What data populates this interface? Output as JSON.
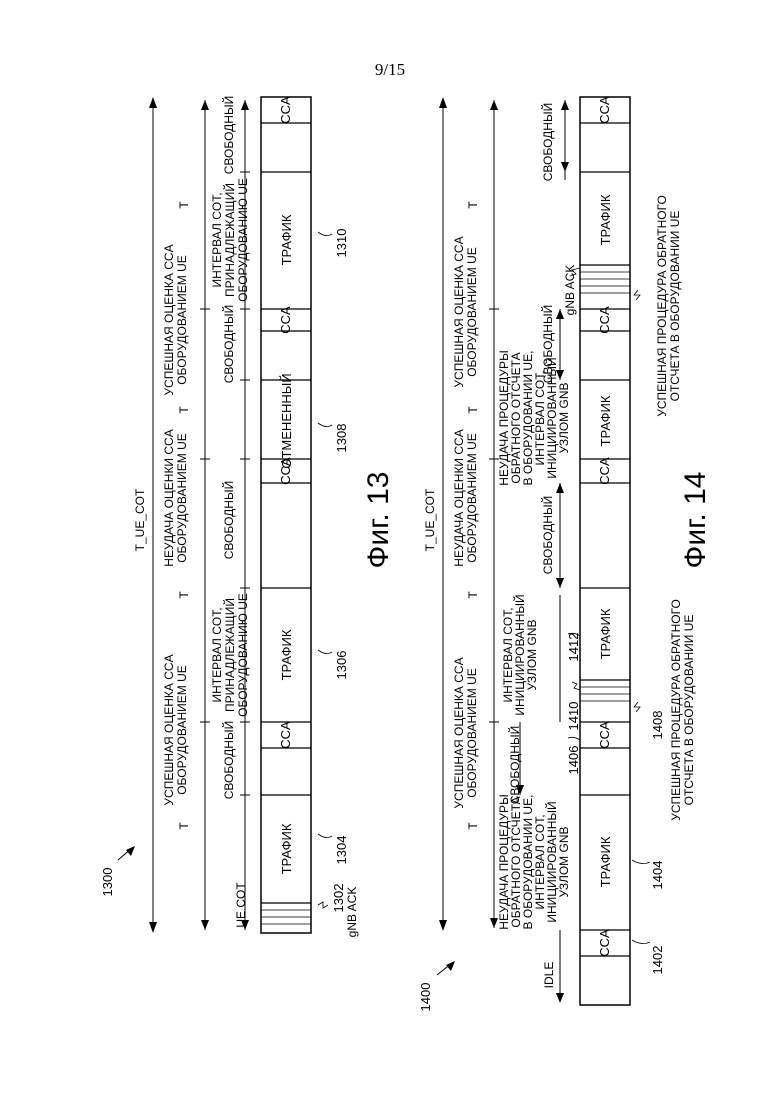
{
  "page_number": "9/15",
  "fig13": {
    "caption": "Фиг. 13",
    "ref_main": "1300",
    "span_label": "T_UE_COT",
    "ref_ack": "1302",
    "ack_label": "gNB ACK",
    "ref_traffic1": "1304",
    "ref_traffic2": "1306",
    "ref_cancelled": "1308",
    "ref_traffic3": "1310",
    "upper_labels": {
      "success1_a": "УСПЕШНАЯ ОЦЕНКА CCA",
      "success1_b": "ОБОРУДОВАНИЕМ UE",
      "fail_a": "НЕУДАЧА ОЦЕНКИ CCA",
      "fail_b": "ОБОРУДОВАНИЕМ UE",
      "success2_a": "УСПЕШНАЯ ОЦЕНКА CCA",
      "success2_b": "ОБОРУДОВАНИЕМ UE",
      "t": "T"
    },
    "lower_labels": {
      "ue_cot": "UE COT",
      "free": "СВОБОДНЫЙ",
      "cot_a": "ИНТЕРВАЛ COT,",
      "cot_b": "ПРИНАДЛЕЖАЩИЙ",
      "cot_c": "ОБОРУДОВАНИЮ UE"
    },
    "blocks": {
      "traffic": "ТРАФИК",
      "cca": "CCA",
      "cancelled": "ОТМЕНЕННЫЙ"
    }
  },
  "fig14": {
    "caption": "Фиг. 14",
    "ref_main": "1400",
    "span_label": "T_UE_COT",
    "ref_cca": "1402",
    "ref_traffic1": "1404",
    "ref_cca2": "1406",
    "ref_ack1": "1408",
    "ref_ack1b": "1410",
    "ref_traffic2": "1412",
    "ack_label": "gNB ACK",
    "upper_labels": {
      "fail_fb_a": "НЕУДАЧА ПРОЦЕДУРЫ",
      "fail_fb_b": "ОБРАТНОГО ОТСЧЕТА",
      "fail_fb_c": "В ОБОРУДОВАНИИ UE,",
      "fail_fb_d": "ИНТЕРВАЛ COT,",
      "fail_fb_e": "ИНИЦИИРОВАННЫЙ",
      "fail_fb_f": "УЗЛОМ GNB",
      "success1_a": "УСПЕШНАЯ ОЦЕНКА CCA",
      "success1_b": "ОБОРУДОВАНИЕМ UE",
      "fail_a": "НЕУДАЧА ОЦЕНКИ CCA",
      "fail_b": "ОБОРУДОВАНИЕМ UE",
      "success2_a": "УСПЕШНАЯ ОЦЕНКА CCA",
      "success2_b": "ОБОРУДОВАНИЕМ UE",
      "t": "T"
    },
    "lower_labels": {
      "idle": "IDLE",
      "free": "СВОБОДНЫЙ",
      "gnb_a": "ИНТЕРВАЛ COT,",
      "gnb_b": "ИНИЦИИРОВАННЫЙ",
      "gnb_c": "УЗЛОМ GNB"
    },
    "bottom_labels": {
      "success_fb1_a": "УСПЕШНАЯ ПРОЦЕДУРА ОБРАТНОГО",
      "success_fb1_b": "ОТСЧЕТА В ОБОРУДОВАНИИ UE",
      "success_fb2_a": "УСПЕШНАЯ ПРОЦЕДУРА ОБРАТНОГО",
      "success_fb2_b": "ОТСЧЕТА В ОБОРУДОВАНИИ UE"
    },
    "blocks": {
      "traffic": "ТРАФИК",
      "cca": "CCA"
    }
  }
}
